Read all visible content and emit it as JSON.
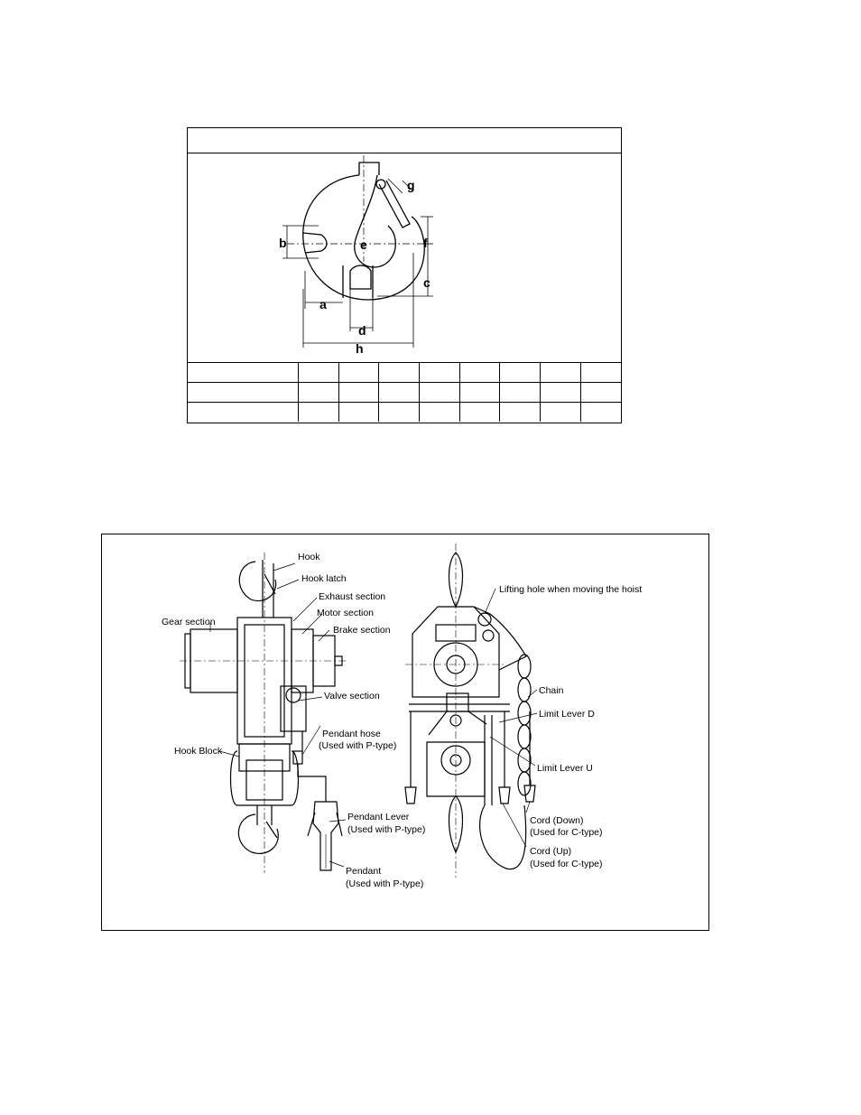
{
  "hook_table": {
    "title": "",
    "dimension_letters": [
      "a",
      "b",
      "c",
      "d",
      "e",
      "f",
      "g",
      "h"
    ],
    "rows": [
      [
        "",
        "",
        "",
        "",
        "",
        "",
        "",
        "",
        ""
      ],
      [
        "",
        "",
        "",
        "",
        "",
        "",
        "",
        "",
        ""
      ],
      [
        "",
        "",
        "",
        "",
        "",
        "",
        "",
        "",
        ""
      ]
    ]
  },
  "parts_diagram": {
    "labels": {
      "hook": "Hook",
      "hook_latch": "Hook latch",
      "exhaust_section": "Exhaust section",
      "motor_section": "Motor section",
      "gear_section": "Gear section",
      "brake_section": "Brake section",
      "valve_section": "Valve section",
      "pendant_hose": "Pendant hose",
      "pendant_hose_note": "(Used with P-type)",
      "hook_block": "Hook Block",
      "pendant_lever": "Pendant Lever",
      "pendant_lever_note": "(Used with P-type)",
      "pendant": "Pendant",
      "pendant_note": "(Used with P-type)",
      "lifting_hole": "Lifting hole when moving the hoist",
      "chain": "Chain",
      "limit_lever_d": "Limit Lever D",
      "limit_lever_u": "Limit Lever U",
      "cord_down": "Cord (Down)",
      "cord_down_note": "(Used for C-type)",
      "cord_up": "Cord (Up)",
      "cord_up_note": "(Used for C-type)"
    }
  }
}
